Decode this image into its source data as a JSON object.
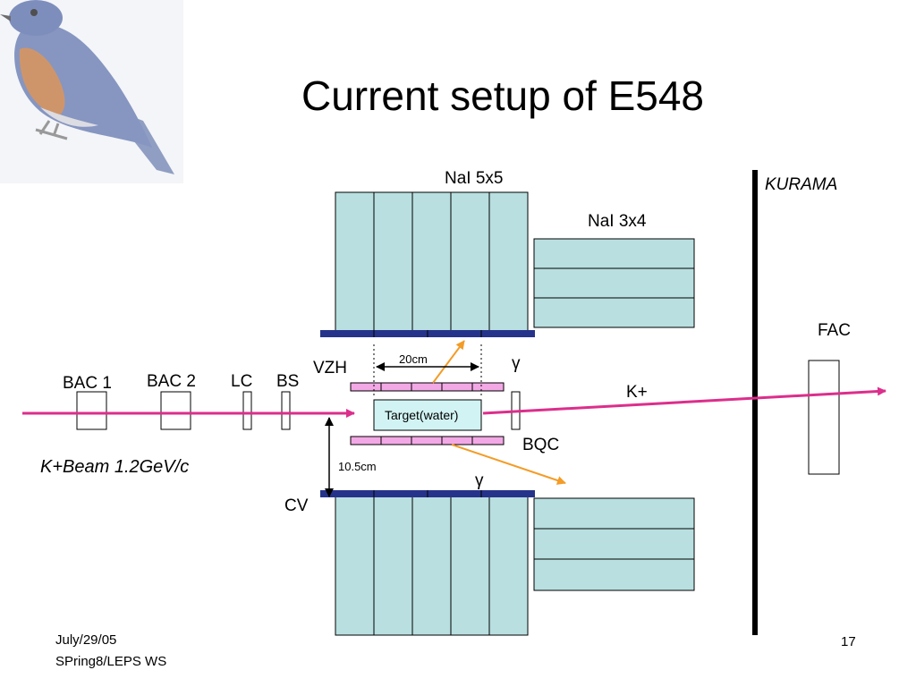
{
  "slide": {
    "title": "Current setup of E548",
    "footer_date": "July/29/05",
    "footer_venue": "SPring8/LEPS WS",
    "page_number": "17"
  },
  "diagram": {
    "nai_5x5": "NaI 5x5",
    "nai_3x4": "NaI 3x4",
    "kurama": "KURAMA",
    "fac": "FAC",
    "vzh": "VZH",
    "gamma_top": "γ",
    "gamma_bottom": "γ",
    "k_plus": "K+",
    "bac1": "BAC 1",
    "bac2": "BAC 2",
    "lc": "LC",
    "bs": "BS",
    "target": "Target(water)",
    "bqc": "BQC",
    "beam": "K+Beam 1.2GeV/c",
    "width_20cm": "20cm",
    "height_10_5cm": "10.5cm",
    "cv": "CV"
  },
  "colors": {
    "nai": "#b9dfe0",
    "cv_bar": "#26338a",
    "scint": "#f3a8e6",
    "target": "#d2f3f3",
    "beam": "#dc2e8c",
    "gamma": "#f39c27",
    "bird_body": "#6e82b6",
    "bird_breast": "#c87a48"
  },
  "icons": {
    "bird": "bluebird-logo"
  }
}
